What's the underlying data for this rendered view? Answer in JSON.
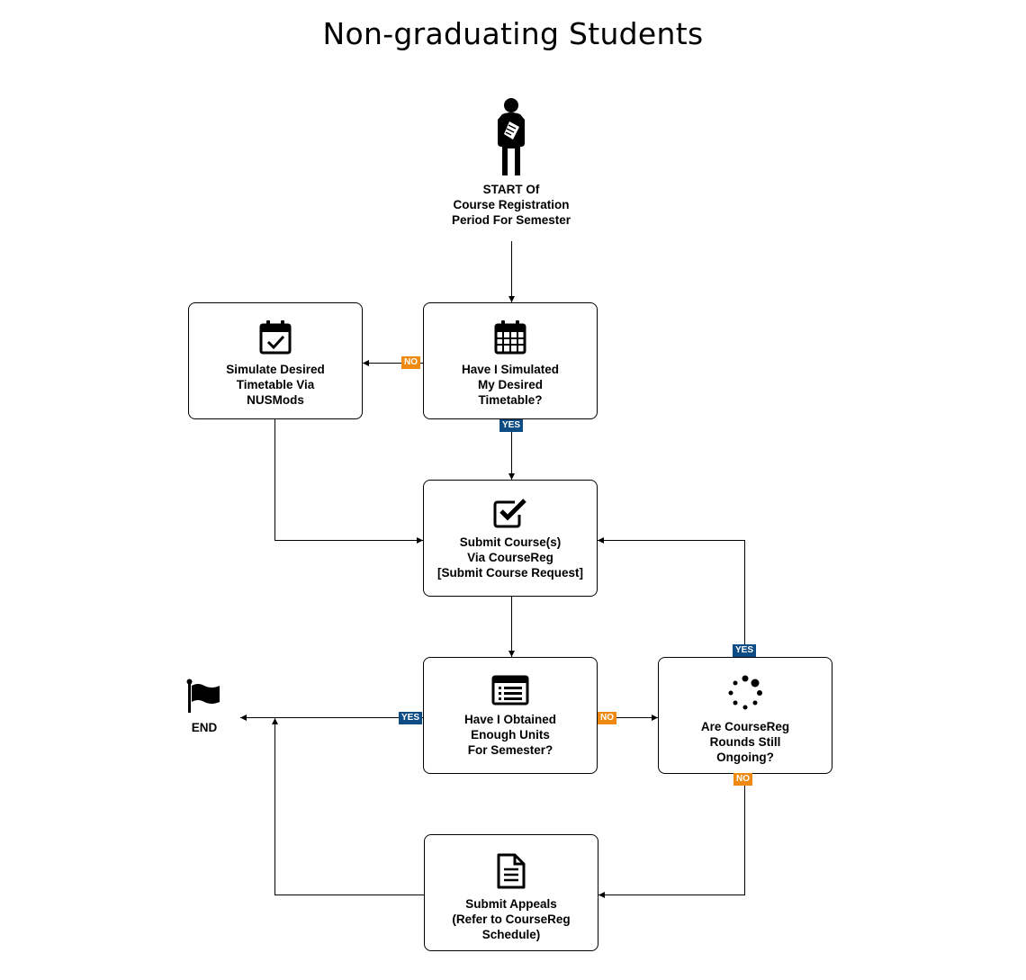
{
  "title": "Non-graduating Students",
  "start": {
    "icon": "student-icon",
    "lines": [
      "START Of",
      "Course Registration",
      "Period For Semester"
    ]
  },
  "nodes": {
    "simulate": {
      "icon": "calendar-check-icon",
      "lines": [
        "Simulate Desired",
        "Timetable Via",
        "NUSMods"
      ]
    },
    "have_simulated": {
      "icon": "calendar-grid-icon",
      "lines": [
        "Have I Simulated",
        "My Desired",
        "Timetable?"
      ]
    },
    "submit_course": {
      "icon": "checkbox-icon",
      "lines": [
        "Submit Course(s)",
        "Via CourseReg",
        "[Submit Course Request]"
      ]
    },
    "enough_units": {
      "icon": "list-window-icon",
      "lines": [
        "Have I Obtained",
        "Enough Units",
        "For Semester?"
      ]
    },
    "rounds_ongoing": {
      "icon": "spinner-icon",
      "lines": [
        "Are CourseReg",
        "Rounds Still",
        "Ongoing?"
      ]
    },
    "appeals": {
      "icon": "document-icon",
      "lines": [
        "Submit Appeals",
        "(Refer to CourseReg",
        "Schedule)"
      ]
    }
  },
  "end": {
    "icon": "flag-icon",
    "label": "END"
  },
  "edge_labels": {
    "have_simulated_no": "NO",
    "have_simulated_yes": "YES",
    "enough_units_yes": "YES",
    "enough_units_no": "NO",
    "rounds_yes": "YES",
    "rounds_no": "NO"
  },
  "colors": {
    "yes": "#0e4c85",
    "no": "#ee8a12",
    "stroke": "#000000"
  }
}
